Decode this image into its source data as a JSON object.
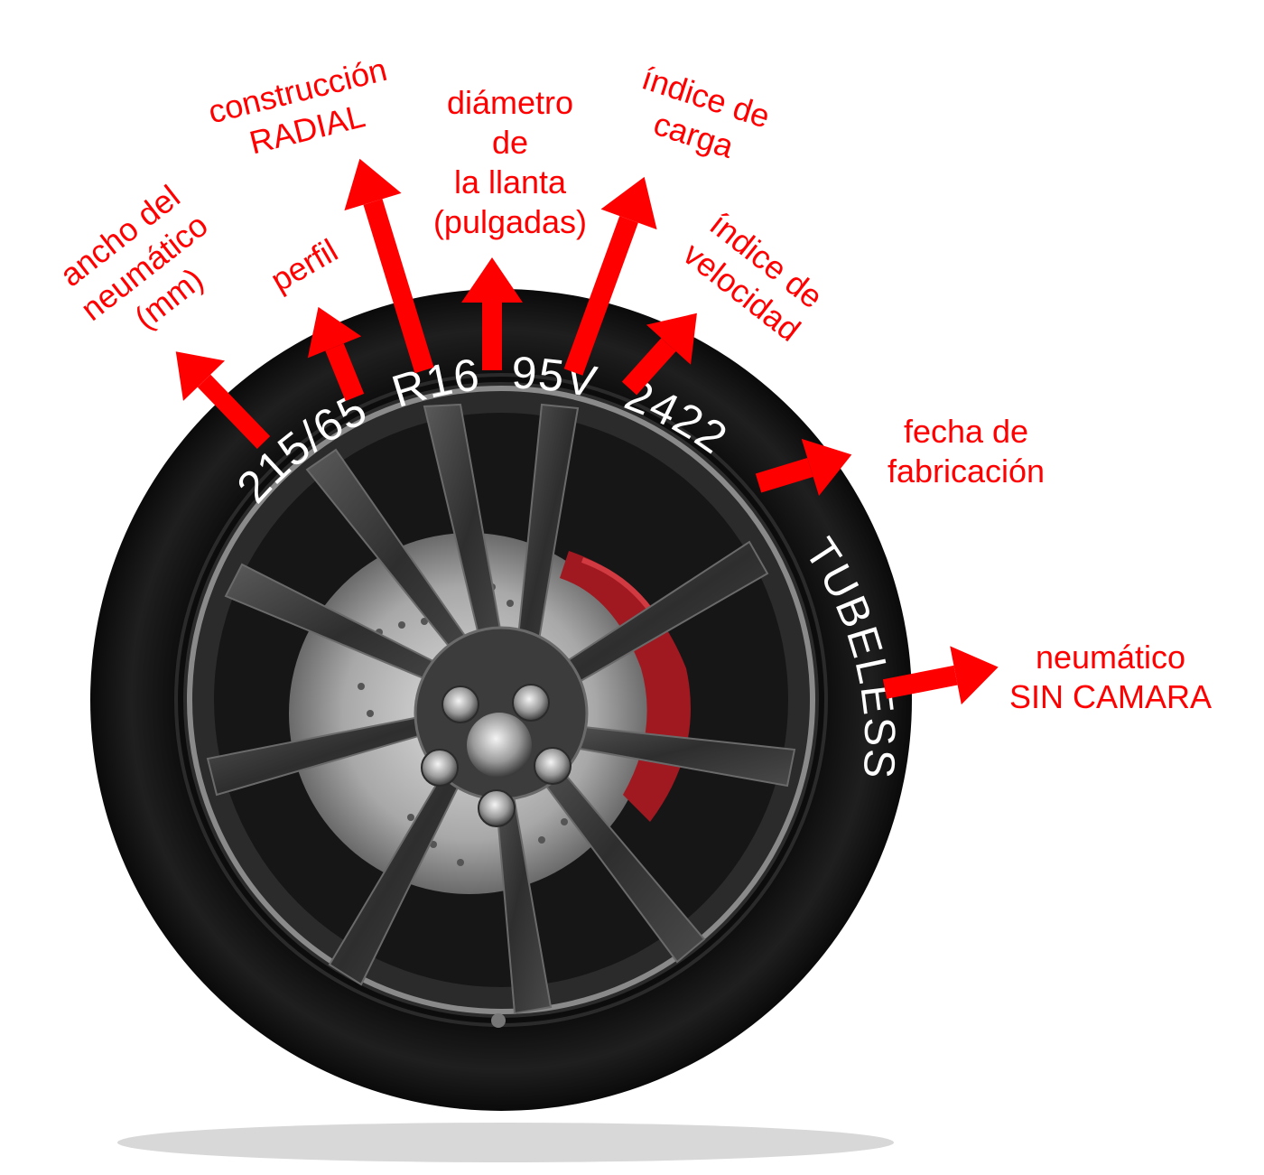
{
  "colors": {
    "accent": "#ff0000",
    "tire": "#161616",
    "rim": "#3a3a3a",
    "caliper": "#a01820",
    "sidewall_text": "#ffffff"
  },
  "sidewall": {
    "size": "215/65",
    "construction": "R16",
    "service": "95V",
    "date": "2422",
    "type": "TUBELESS"
  },
  "labels": {
    "width": [
      "ancho del",
      "neumático",
      "(mm)"
    ],
    "profile": [
      "perfil"
    ],
    "construction": [
      "construcción",
      "RADIAL"
    ],
    "diameter": [
      "diámetro",
      "de",
      "la llanta",
      "(pulgadas)"
    ],
    "load": [
      "índice de",
      "carga"
    ],
    "speed": [
      "índice de",
      "velocidad"
    ],
    "date": [
      "fecha de",
      "fabricación"
    ],
    "tubeless": [
      "neumático",
      "SIN CAMARA"
    ]
  }
}
